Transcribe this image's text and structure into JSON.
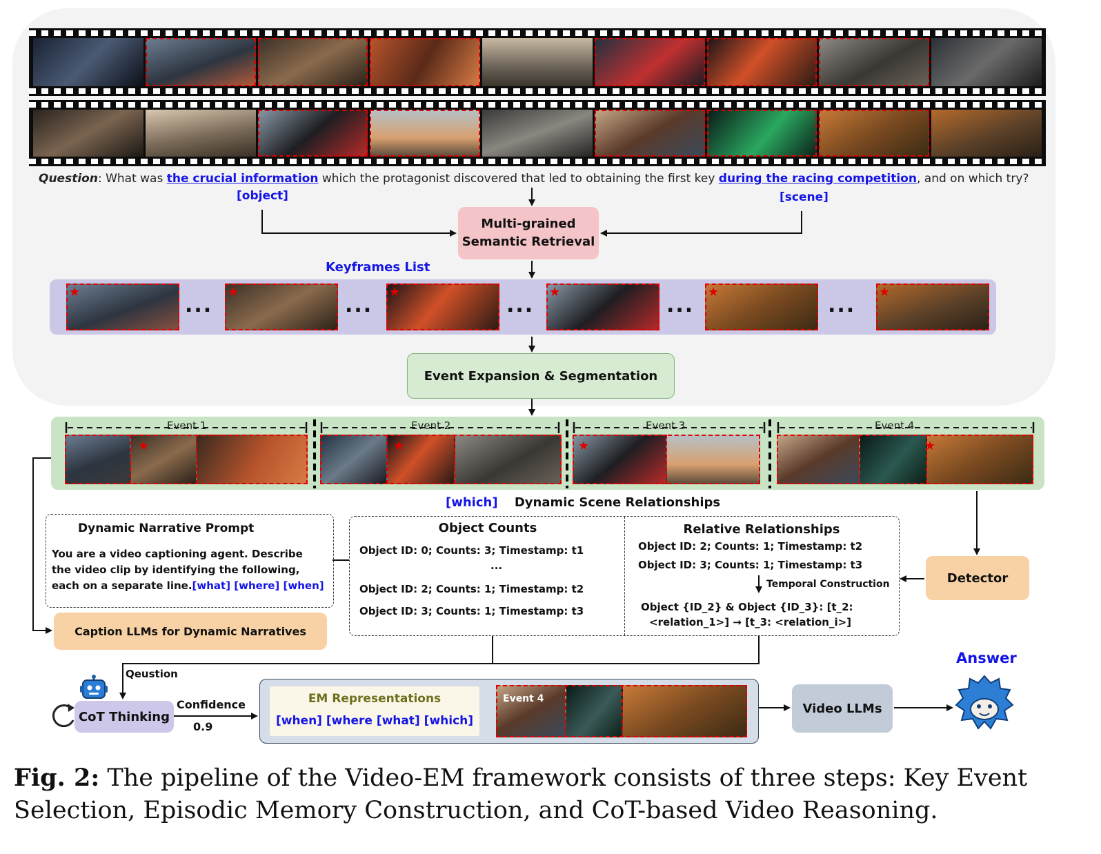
{
  "question": {
    "label": "Question",
    "part1": ": What was ",
    "object_phrase": "the crucial information",
    "part2": " which the protagonist discovered that led to obtaining the first key ",
    "scene_phrase": "during the racing competition",
    "part3": ", and on which try?",
    "object_tag": "[object]",
    "scene_tag": "[scene]"
  },
  "retrieval": {
    "line1": "Multi-grained",
    "line2": "Semantic Retrieval"
  },
  "keyframes_title": "Keyframes List",
  "keyframes_dots": "...",
  "event_expansion": "Event Expansion & Segmentation",
  "events": [
    "Event 1",
    "Event 2",
    "Event 3",
    "Event 4"
  ],
  "scene_rel": {
    "tag": "[which]",
    "title": "Dynamic Scene Relationships"
  },
  "narrative": {
    "title": "Dynamic Narrative Prompt",
    "line1": "You are a video captioning agent. Describe",
    "line2": "the video clip by identifying the following,",
    "line3": "each on a separate line.",
    "tags": "[what] [where] [when]"
  },
  "caption_llms": "Caption LLMs for Dynamic Narratives",
  "object_counts": {
    "title": "Object Counts",
    "rows": [
      "Object ID: 0; Counts: 3; Timestamp: t1",
      "...",
      "Object ID: 2; Counts: 1; Timestamp: t2",
      "Object ID: 3; Counts: 1; Timestamp: t3"
    ]
  },
  "relative": {
    "title": "Relative Relationships",
    "row1": "Object ID: 2; Counts: 1; Timestamp: t2",
    "row2": "Object ID: 3; Counts: 1; Timestamp: t3",
    "temporal": "Temporal Construction",
    "formula1": "Object {ID_2} & Object {ID_3}: [t_2:",
    "formula2": "<relation_1>] → [t_3: <relation_i>]"
  },
  "detector": "Detector",
  "qeustion_label": "Qeustion",
  "cot": "CoT Thinking",
  "confidence": {
    "label": "Confidence",
    "value": "0.9"
  },
  "em": {
    "title": "EM Representations",
    "tags": "[when] [where [what] [which]",
    "event_label": "Event 4"
  },
  "video_llms": "Video LLMs",
  "answer": "Answer",
  "caption": {
    "fig": "Fig. 2:",
    "text1": " The pipeline of the Video-EM framework consists of three steps: Key Event",
    "text2": "Selection, Episodic Memory Construction, and CoT-based Video Reasoning."
  },
  "colors": {
    "link_blue": "#1414e6",
    "dash_red": "#e00000",
    "retrieval_pink": "#f4c4c8",
    "event_green": "#d7ebd2",
    "keyframe_purple": "#cbc7e6",
    "caption_orange": "#f8d2a4",
    "cot_lavender": "#cdc8ea",
    "em_blue": "#d4dde8",
    "video_llm_gray": "#c2ccd8"
  }
}
